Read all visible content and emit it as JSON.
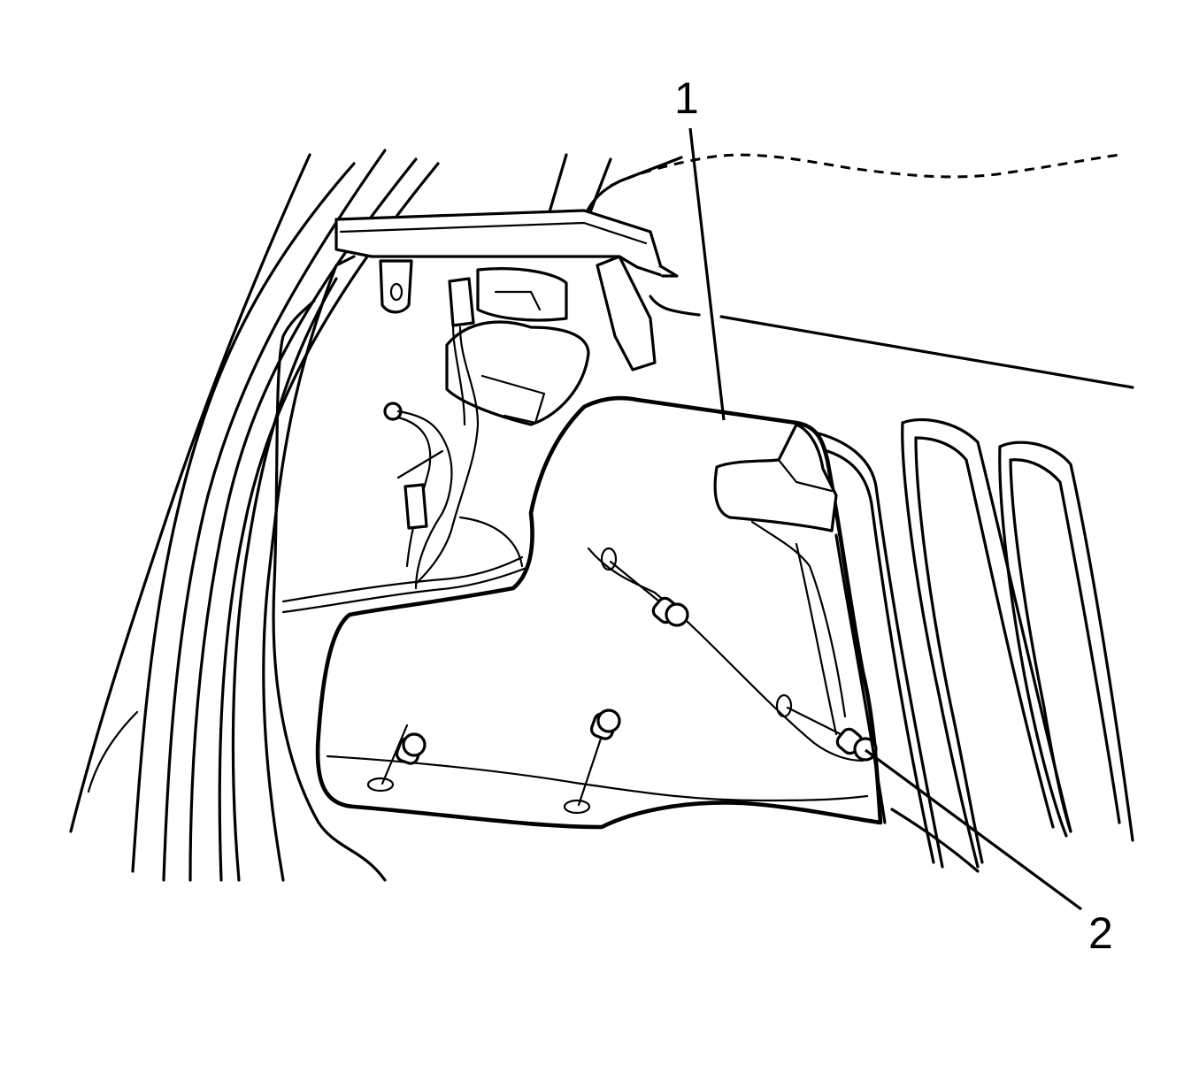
{
  "figure": {
    "callouts": [
      {
        "id": "1",
        "label": "1"
      },
      {
        "id": "2",
        "label": "2"
      }
    ],
    "line_color": "#000000",
    "background_color": "#ffffff"
  }
}
